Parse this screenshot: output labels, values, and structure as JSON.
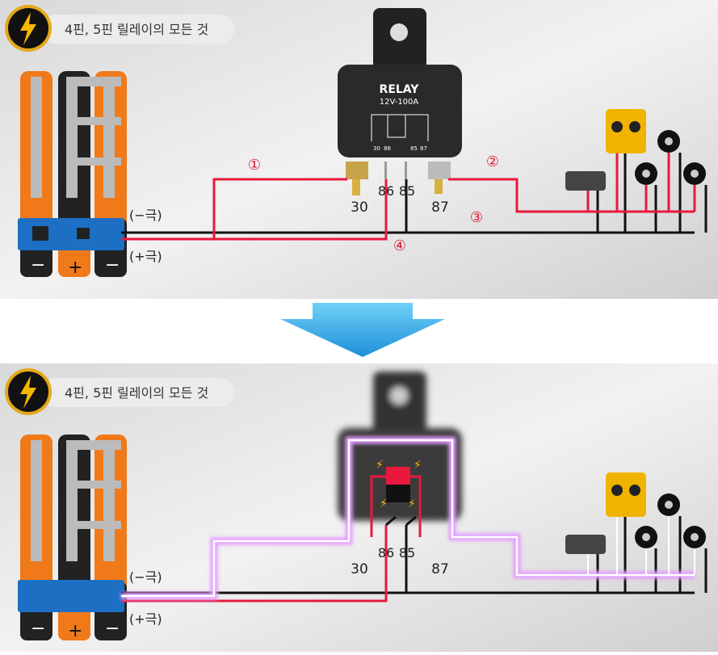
{
  "header": {
    "title": "4핀, 5핀 릴레이의 모든 것",
    "icon": "lightning-bolt-icon"
  },
  "relay": {
    "brand": "RELAY",
    "rating": "12V-100A",
    "schematic_pins": [
      "30",
      "86",
      "85",
      "87"
    ]
  },
  "pins": {
    "p30": "30",
    "p86": "86",
    "p85": "85",
    "p87": "87"
  },
  "polarity": {
    "negative": "(−극)",
    "positive": "(+극)"
  },
  "wire_numbers": {
    "w1": "①",
    "w2": "②",
    "w3": "③",
    "w4": "④"
  },
  "colors": {
    "wire_positive": "#e8193c",
    "wire_negative": "#111111",
    "arrow": "#2aa8e6",
    "arc": "#f4c6ff"
  }
}
